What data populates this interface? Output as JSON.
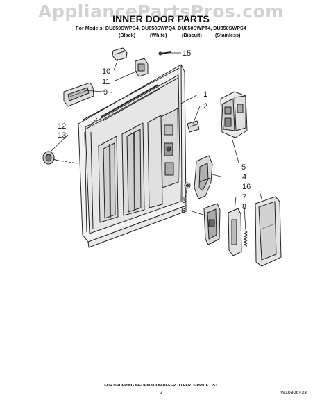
{
  "watermark": "AppliancePartsPros.com",
  "title": "INNER DOOR PARTS",
  "models_line": "For Models: DU850SWPB4, DU850SWPQ4, DU850SWPT4, DU850SWPS4",
  "colors": [
    "(Black)",
    "(White)",
    "(Biscuit)",
    "(Stainless)"
  ],
  "callouts": [
    "1",
    "2",
    "3",
    "4",
    "5",
    "6",
    "7",
    "8",
    "9",
    "10",
    "11",
    "12",
    "13",
    "15",
    "16"
  ],
  "footer": "FOR ORDERING INFORMATION REFER TO PARTS PRICE LIST",
  "page_number": "2",
  "document_number": "W10306433"
}
